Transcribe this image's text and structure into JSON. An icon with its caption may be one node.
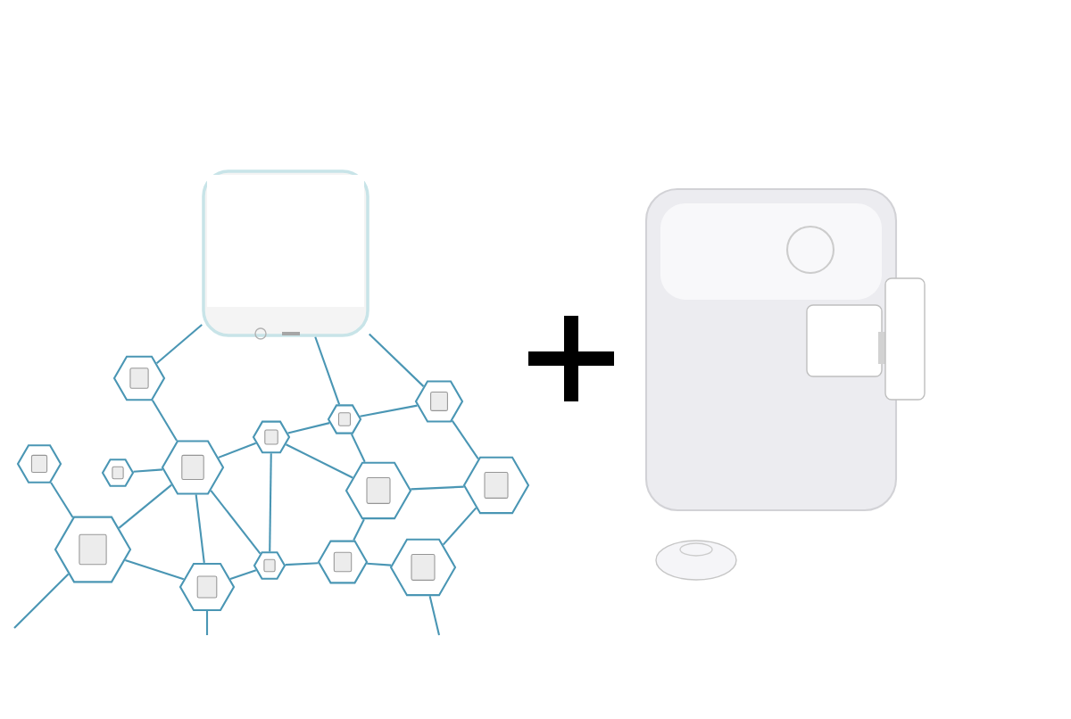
{
  "diagram": {
    "nodes": [
      {
        "text": [],
        "shape": "picture"
      },
      {
        "text": [],
        "shape": "hexagon"
      },
      {
        "text": [],
        "shape": "hexagon"
      },
      {
        "text": [],
        "shape": "hexagon"
      },
      {
        "text": [],
        "shape": "hexagon"
      },
      {
        "text": [],
        "shape": "hexagon"
      },
      {
        "text": [],
        "shape": "hexagon"
      },
      {
        "text": [],
        "shape": "hexagon"
      },
      {
        "text": [],
        "shape": "hexagon"
      },
      {
        "text": [],
        "shape": "hexagon"
      },
      {
        "text": [],
        "shape": "hexagon"
      },
      {
        "text": [],
        "shape": "hexagon"
      },
      {
        "text": [],
        "shape": "hexagon"
      },
      {
        "text": [],
        "shape": "hexagon"
      },
      {
        "text": [],
        "shape": "hexagon"
      },
      {
        "text": [],
        "shape": "picture"
      }
    ],
    "edges": [
      {
        "from": 0,
        "to": 1,
        "arrow": "none"
      },
      {
        "from": 0,
        "to": 3,
        "arrow": "none"
      },
      {
        "from": 0,
        "to": 2,
        "arrow": "none"
      },
      {
        "from": 3,
        "to": 2,
        "arrow": "none"
      },
      {
        "from": 3,
        "to": 7,
        "arrow": "none"
      },
      {
        "from": 3,
        "to": 8,
        "arrow": "none"
      },
      {
        "from": 7,
        "to": 6,
        "arrow": "none"
      },
      {
        "from": 7,
        "to": 12,
        "arrow": "none"
      },
      {
        "from": 7,
        "to": 8,
        "arrow": "none"
      },
      {
        "from": 6,
        "to": 1,
        "arrow": "none"
      },
      {
        "from": 6,
        "to": 5,
        "arrow": "none"
      },
      {
        "from": 6,
        "to": 10,
        "arrow": "none"
      },
      {
        "from": 6,
        "to": 11,
        "arrow": "none"
      },
      {
        "from": 6,
        "to": 12,
        "arrow": "none"
      },
      {
        "from": 2,
        "to": 9,
        "arrow": "none"
      },
      {
        "from": 8,
        "to": 9,
        "arrow": "none"
      },
      {
        "from": 8,
        "to": 13,
        "arrow": "none"
      },
      {
        "from": 9,
        "to": 14,
        "arrow": "none"
      },
      {
        "from": 12,
        "to": 13,
        "arrow": "none"
      },
      {
        "from": 12,
        "to": 11,
        "arrow": "none"
      },
      {
        "from": 10,
        "to": 11,
        "arrow": "none"
      },
      {
        "from": 4,
        "to": 10,
        "arrow": "none"
      },
      {
        "from": 13,
        "to": 14,
        "arrow": "none"
      },
      {
        "from": 10,
        "to": null,
        "arrow": "none"
      },
      {
        "from": 11,
        "to": null,
        "arrow": "none"
      },
      {
        "from": 14,
        "to": null,
        "arrow": "none"
      }
    ]
  }
}
